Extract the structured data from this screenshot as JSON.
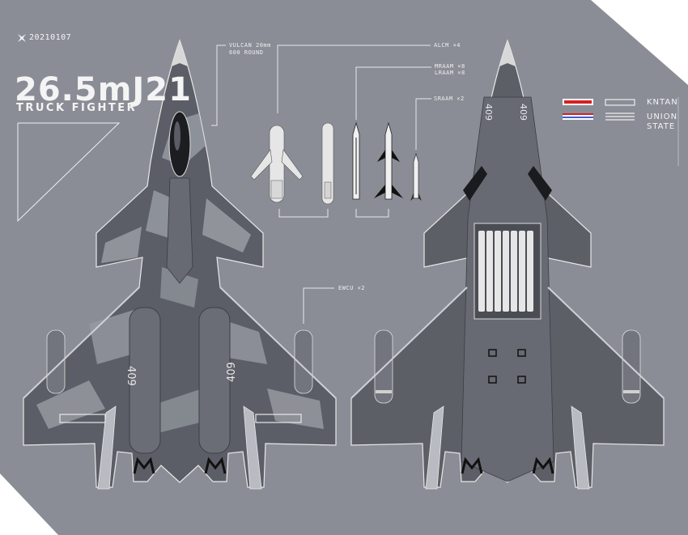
{
  "header": {
    "date_code": "20210107",
    "title": "26.5mJ21",
    "subtitle": "TRUCK FIGHTER"
  },
  "callouts": {
    "vulcan": "VULCAN 20mm",
    "vulcan_rounds": "600 ROUND",
    "alcm": "ALCM  ×4",
    "mraam": "MRAAM ×8",
    "lraam": "LRAAM ×8",
    "sraam": "SRAAM ×2",
    "ewcu": "EWCU  ×2"
  },
  "aircraft": {
    "serial": "409"
  },
  "legend": {
    "kntan": "KNTAN",
    "union": "UNION",
    "state": "STATE"
  },
  "colors": {
    "background": "#8a8d96",
    "paper": "#ffffff",
    "camo_dark": "#55585f",
    "camo_light": "#9ea1a8",
    "belly": "#5c5f66",
    "accent_red": "#d62020",
    "accent_blue": "#3b5fd0"
  }
}
